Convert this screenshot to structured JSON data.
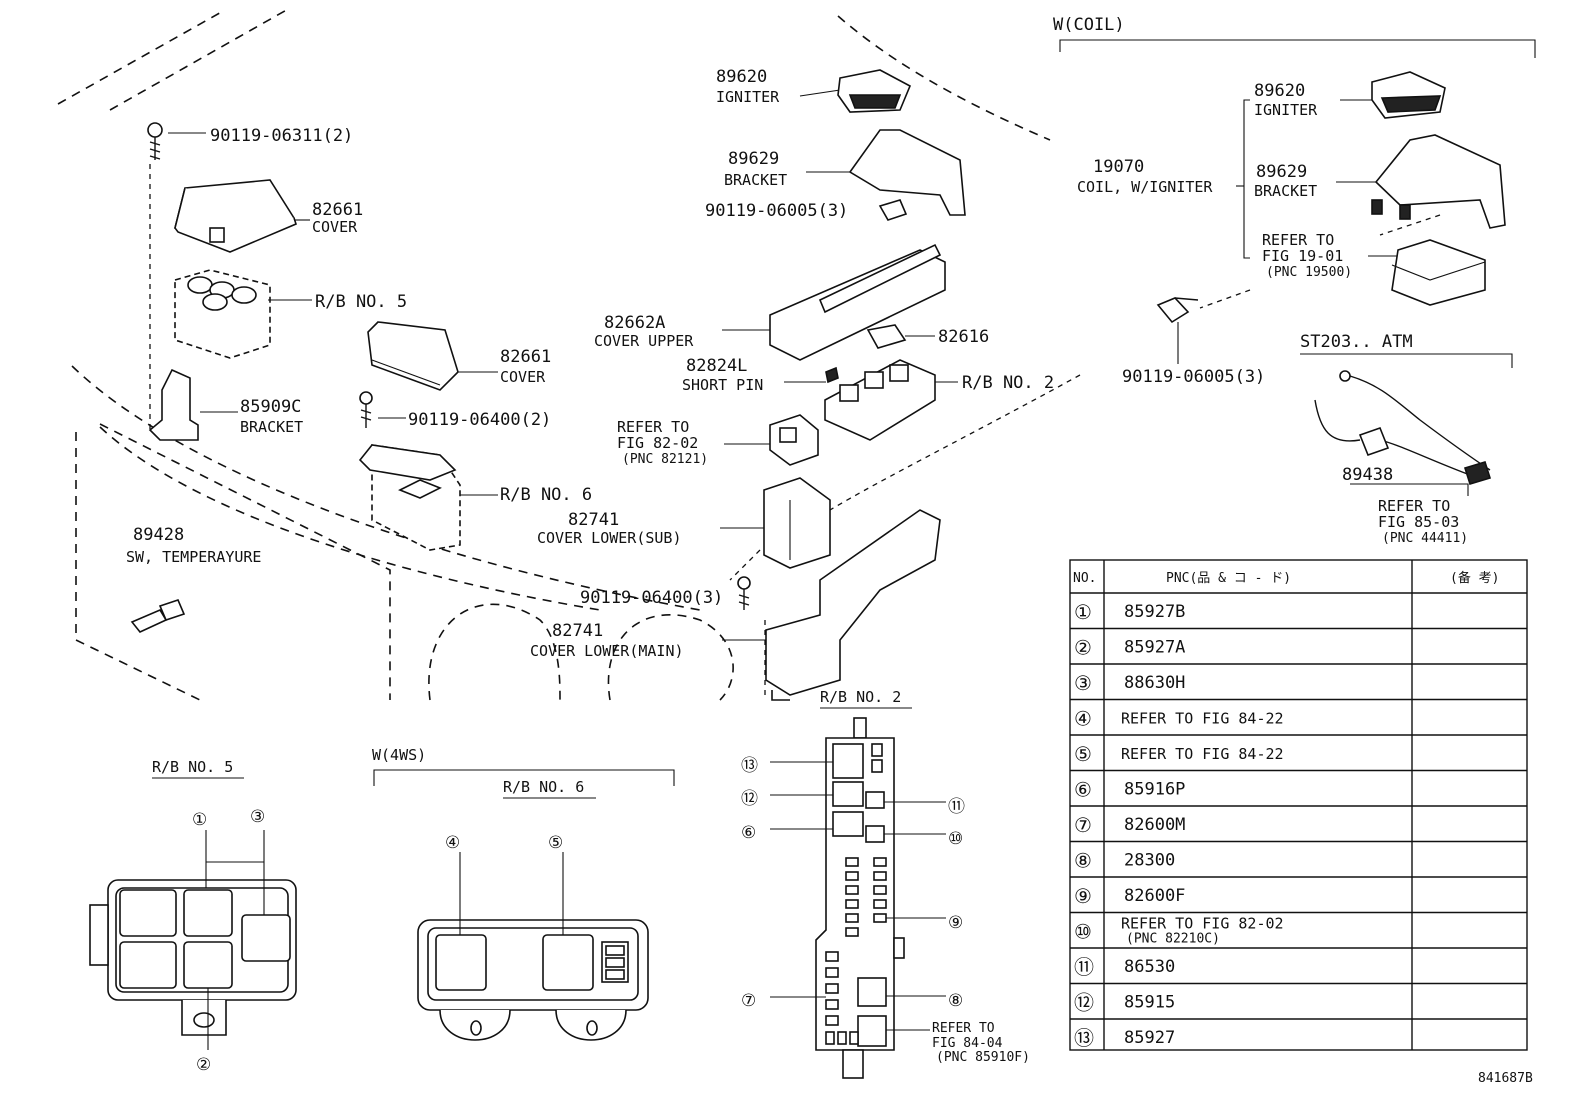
{
  "top_labels": {
    "w_coil": "W(COIL)",
    "bolt_06311": "90119-06311(2)",
    "p82661_a": "82661",
    "cover_a": "COVER",
    "rb5": "R/B NO. 5",
    "p82661_b": "82661",
    "cover_b": "COVER",
    "bolt_06400_2": "90119-06400(2)",
    "p85909c": "85909C",
    "bracket_a": "BRACKET",
    "rb6": "R/B NO. 6",
    "p89428": "89428",
    "sw_temp": "SW, TEMPERAYURE",
    "p89620_a": "89620",
    "igniter_a": "IGNITER",
    "p89629_a": "89629",
    "bracket_b": "BRACKET",
    "bolt_06005_a": "90119-06005(3)",
    "p82662a": "82662A",
    "cover_upper": "COVER UPPER",
    "p82616": "82616",
    "p82824l": "82824L",
    "short_pin": "SHORT PIN",
    "rb2": "R/B NO. 2",
    "refer_to_a": "REFER TO",
    "fig_82_02": "FIG 82-02",
    "pnc_82121": "(PNC 82121)",
    "p82741_a": "82741",
    "cover_lower_sub": "COVER LOWER(SUB)",
    "bolt_06400_3": "90119-06400(3)",
    "p82741_b": "82741",
    "cover_lower_main": "COVER LOWER(MAIN)",
    "p89620_b": "89620",
    "igniter_b": "IGNITER",
    "p19070": "19070",
    "coil_igniter": "COIL, W/IGNITER",
    "p89629_b": "89629",
    "bracket_c": "BRACKET",
    "refer_to_b": "REFER TO",
    "fig_19_01": "FIG 19-01",
    "pnc_19500": "(PNC 19500)",
    "bolt_06005_b": "90119-06005(3)",
    "st203": "ST203.. ATM",
    "p89438": "89438",
    "refer_to_c": "REFER TO",
    "fig_85_03": "FIG 85-03",
    "pnc_44411": "(PNC 44411)"
  },
  "bottom_labels": {
    "rb5_title": "R/B NO. 5",
    "w4ws": "W(4WS)",
    "rb6_title": "R/B NO. 6",
    "rb2_title": "R/B NO. 2",
    "refer_to_d": "REFER TO",
    "fig_84_04": "FIG 84-04",
    "pnc_85910f": "(PNC 85910F)",
    "drawing_no": "841687B"
  },
  "callouts": {
    "c1": "①",
    "c2": "②",
    "c3": "③",
    "c4": "④",
    "c5": "⑤",
    "c6": "⑥",
    "c7": "⑦",
    "c8": "⑧",
    "c9": "⑨",
    "c10": "⑩",
    "c11": "⑪",
    "c12": "⑫",
    "c13": "⑬"
  },
  "table": {
    "headers": [
      "NO.",
      "PNC(品 & コ - ド)",
      "(备 考)"
    ],
    "rows": [
      {
        "no": "①",
        "pnc": "85927B",
        "sub": ""
      },
      {
        "no": "②",
        "pnc": "85927A",
        "sub": ""
      },
      {
        "no": "③",
        "pnc": "88630H",
        "sub": ""
      },
      {
        "no": "④",
        "pnc": "REFER TO FIG 84-22",
        "sub": ""
      },
      {
        "no": "⑤",
        "pnc": "REFER TO FIG 84-22",
        "sub": ""
      },
      {
        "no": "⑥",
        "pnc": "85916P",
        "sub": ""
      },
      {
        "no": "⑦",
        "pnc": "82600M",
        "sub": ""
      },
      {
        "no": "⑧",
        "pnc": "28300",
        "sub": ""
      },
      {
        "no": "⑨",
        "pnc": "82600F",
        "sub": ""
      },
      {
        "no": "⑩",
        "pnc": "REFER TO FIG 82-02",
        "sub": "(PNC 82210C)"
      },
      {
        "no": "⑪",
        "pnc": "86530",
        "sub": ""
      },
      {
        "no": "⑫",
        "pnc": "85915",
        "sub": ""
      },
      {
        "no": "⑬",
        "pnc": "85927",
        "sub": ""
      }
    ]
  }
}
